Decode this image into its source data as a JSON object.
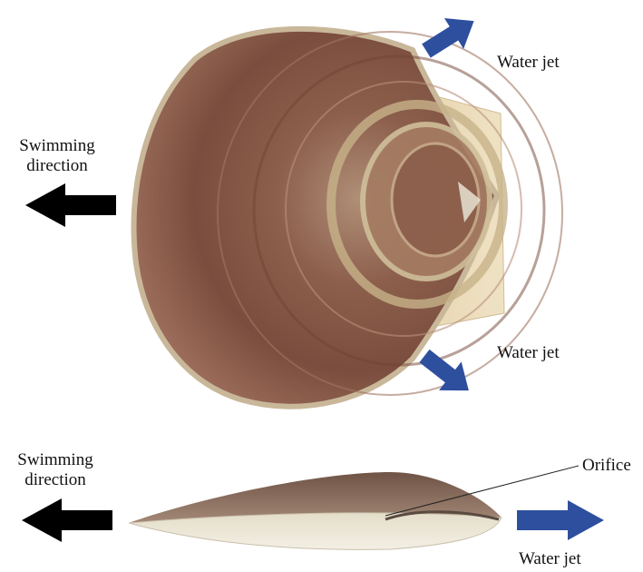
{
  "labels": {
    "water_jet_top_right": "Water jet",
    "water_jet_mid_right": "Water jet",
    "water_jet_bottom": "Water jet",
    "swim_top_line1": "Swimming",
    "swim_top_line2": "direction",
    "swim_bottom_line1": "Swimming",
    "swim_bottom_line2": "direction",
    "orifice": "Orifice"
  },
  "colors": {
    "jet_arrow": "#2E4F9E",
    "swim_arrow": "#000000",
    "shell_dark": "#7A4A3A",
    "shell_light": "#D9C7A6",
    "shell_pale": "#EDE6D6"
  },
  "icons": {
    "jet_arrow": "arrow-icon-blue",
    "swim_arrow": "arrow-icon-black"
  }
}
